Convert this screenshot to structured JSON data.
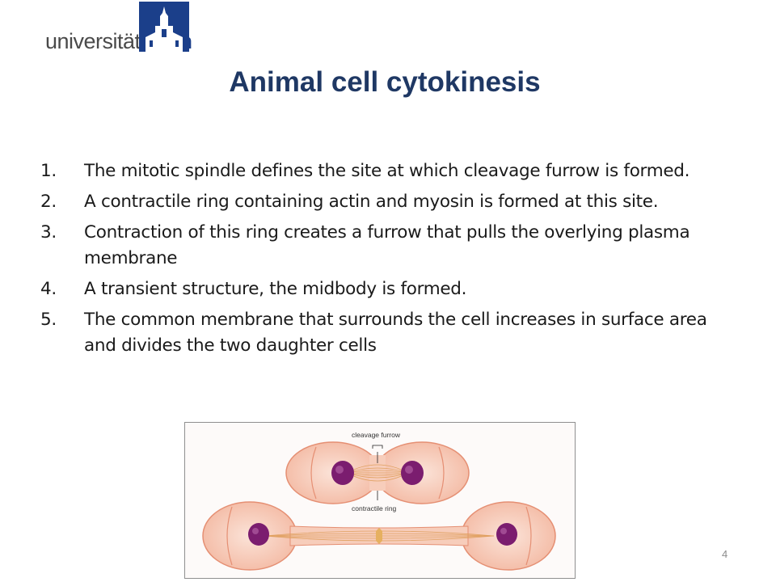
{
  "logo": {
    "prefix": "universität",
    "suffix": "bonn"
  },
  "slide": {
    "title": "Animal cell cytokinesis",
    "steps": [
      {
        "num": "1.",
        "text": "The mitotic spindle defines the site at which cleavage furrow is formed."
      },
      {
        "num": "2.",
        "text": "A contractile ring containing actin and myosin is formed at this site."
      },
      {
        "num": "3.",
        "text": "Contraction of this ring creates a furrow that pulls the overlying plasma membrane"
      },
      {
        "num": "4.",
        "text": "A transient structure, the midbody is formed."
      },
      {
        "num": "5.",
        "text": "The common membrane that surrounds the cell increases in surface area and divides the two daughter cells"
      }
    ],
    "page_number": "4"
  },
  "figure": {
    "label_top": "cleavage furrow",
    "label_bottom": "contractile ring"
  },
  "colors": {
    "title": "#1f3864",
    "logo_blue": "#1b3f8a",
    "cell_fill": "#f6c7b4",
    "cell_edge": "#e58f73",
    "nucleus": "#7b1d6f"
  }
}
